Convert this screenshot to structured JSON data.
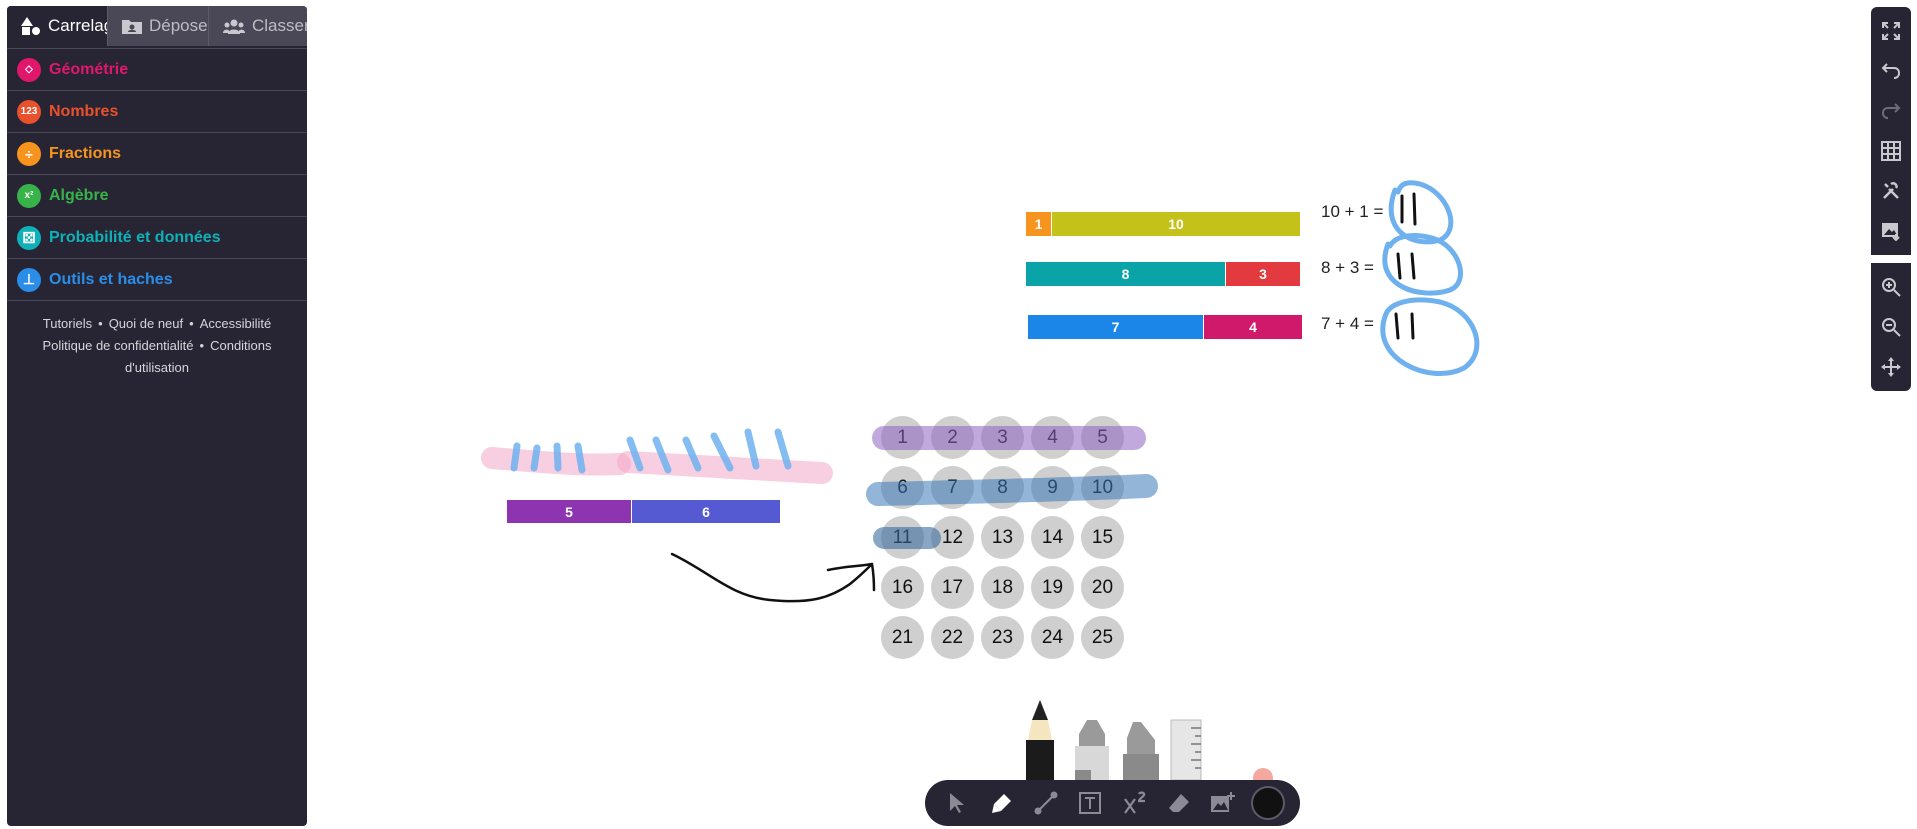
{
  "sidebar": {
    "tabs": [
      {
        "label": "Carrelage",
        "icon": "shapes-icon"
      },
      {
        "label": "Déposer",
        "icon": "folder-user-icon"
      },
      {
        "label": "Classer",
        "icon": "users-icon"
      }
    ],
    "categories": [
      {
        "label": "Géométrie",
        "color": "#e0176b",
        "icon_text": "◇"
      },
      {
        "label": "Nombres",
        "color": "#e8512c",
        "icon_text": "123"
      },
      {
        "label": "Fractions",
        "color": "#f7941d",
        "icon_text": "÷"
      },
      {
        "label": "Algèbre",
        "color": "#37b34a",
        "icon_text": "x²"
      },
      {
        "label": "Probabilité et données",
        "color": "#0eb1b8",
        "icon_text": "⚄"
      },
      {
        "label": "Outils et haches",
        "color": "#2a8ee8",
        "icon_text": "⊥"
      }
    ],
    "footer_links": [
      "Tutoriels",
      "Quoi de neuf",
      "Accessibilité",
      "Politique de confidentialité",
      "Conditions d'utilisation"
    ]
  },
  "canvas": {
    "bar_rows": [
      {
        "segments": [
          {
            "value": "1",
            "color": "#f7941d"
          },
          {
            "value": "10",
            "color": "#c4c21a"
          }
        ],
        "equation": "10 + 1 ="
      },
      {
        "segments": [
          {
            "value": "8",
            "color": "#0aa3a8"
          },
          {
            "value": "3",
            "color": "#e23a3f"
          }
        ],
        "equation": "8 + 3 ="
      },
      {
        "segments": [
          {
            "value": "7",
            "color": "#1b86e8"
          },
          {
            "value": "4",
            "color": "#d0196b"
          }
        ],
        "equation": "7 + 4 ="
      }
    ],
    "left_bar": [
      {
        "value": "5",
        "color": "#8d34b0"
      },
      {
        "value": "6",
        "color": "#5559d2"
      }
    ],
    "hundred_grid": [
      "1",
      "2",
      "3",
      "4",
      "5",
      "6",
      "7",
      "8",
      "9",
      "10",
      "11",
      "12",
      "13",
      "14",
      "15",
      "16",
      "17",
      "18",
      "19",
      "20",
      "21",
      "22",
      "23",
      "24",
      "25"
    ]
  },
  "bottom_toolbar": {
    "tools": [
      "select-arrow-icon",
      "marker-icon",
      "line-icon",
      "text-box-icon",
      "superscript-icon",
      "eraser-icon",
      "add-image-icon"
    ],
    "current_color": "#111111"
  },
  "right_toolbar": {
    "top": [
      "fullscreen-icon",
      "undo-icon",
      "redo-icon",
      "grid-icon",
      "tools-icon",
      "export-image-icon"
    ],
    "bottom": [
      "zoom-in-icon",
      "zoom-out-icon",
      "pan-icon"
    ]
  }
}
